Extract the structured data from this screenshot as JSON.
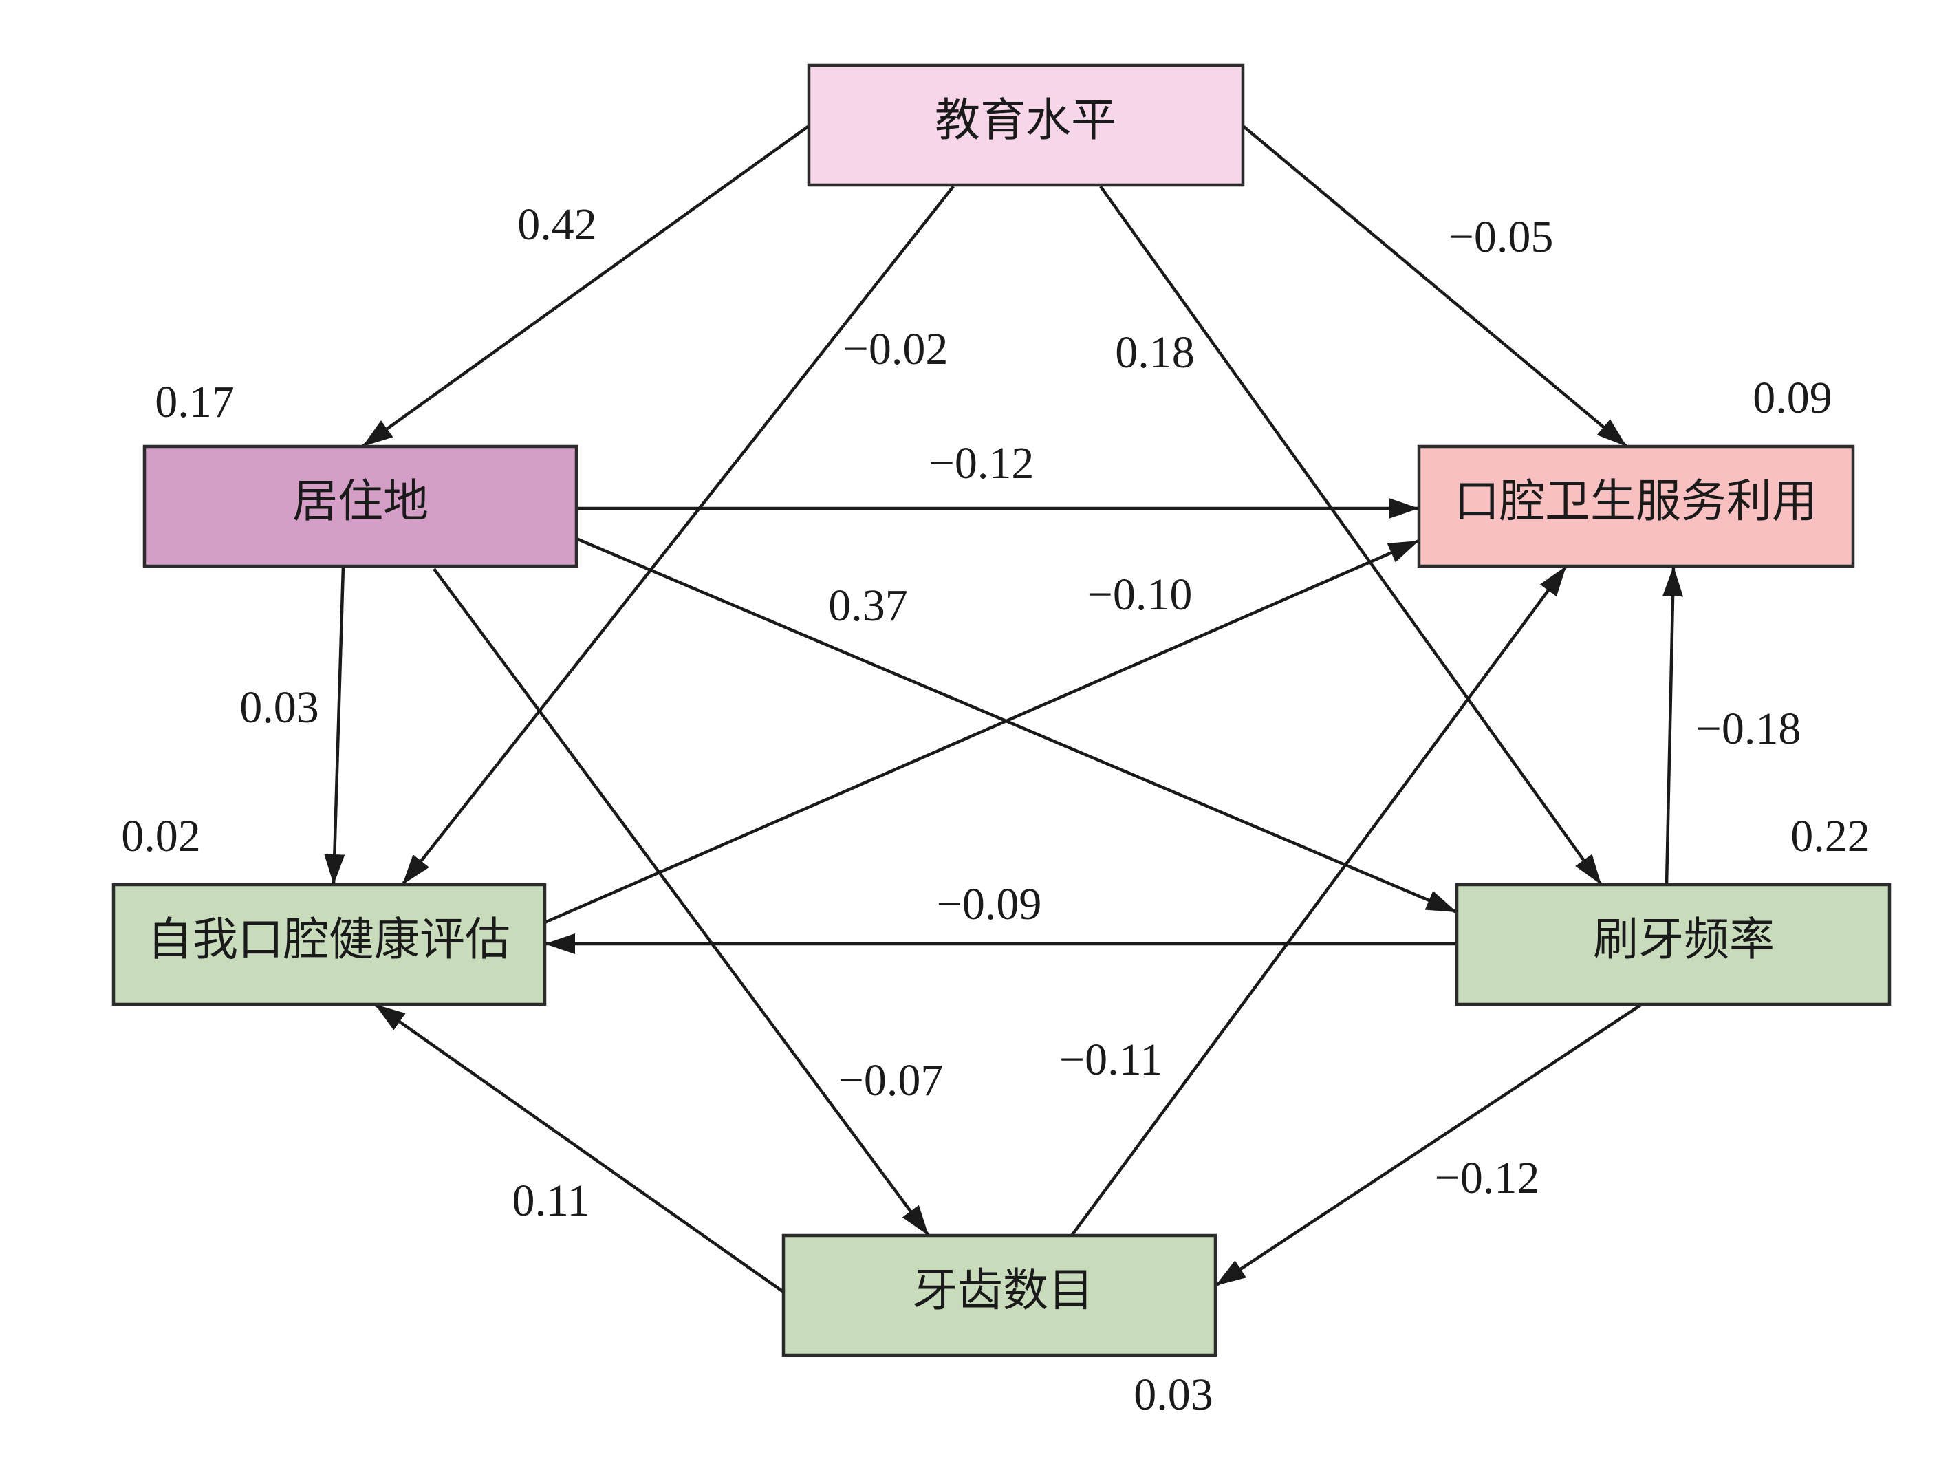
{
  "nodes": {
    "education": {
      "label": "教育水平",
      "color": "#f6d6e8"
    },
    "residence": {
      "label": "居住地",
      "color": "#d59ec6",
      "r2": "0.17"
    },
    "service_use": {
      "label": "口腔卫生服务利用",
      "color": "#f8c0c0",
      "r2": "0.09"
    },
    "self_rated_health": {
      "label": "自我口腔健康评估",
      "color": "#c8dcbc",
      "r2": "0.02"
    },
    "brushing_frequency": {
      "label": "刷牙频率",
      "color": "#c8dcbc",
      "r2": "0.22"
    },
    "teeth_count": {
      "label": "牙齿数目",
      "color": "#c8dcbc",
      "r2": "0.03"
    }
  },
  "paths": {
    "education_to_residence": "0.42",
    "education_to_self_rated_health": "−0.02",
    "education_to_brushing_frequency": "0.18",
    "education_to_service_use": "−0.05",
    "residence_to_service_use": "−0.12",
    "residence_to_brushing_frequency": "0.37",
    "residence_to_self_rated_health": "0.03",
    "residence_to_teeth_count": "−0.07",
    "self_rated_health_to_service_use": "−0.10",
    "brushing_frequency_to_self_rated_health": "−0.09",
    "brushing_frequency_to_service_use": "−0.18",
    "brushing_frequency_to_teeth_count": "−0.12",
    "teeth_count_to_service_use": "−0.11",
    "teeth_count_to_self_rated_health": "0.11"
  }
}
